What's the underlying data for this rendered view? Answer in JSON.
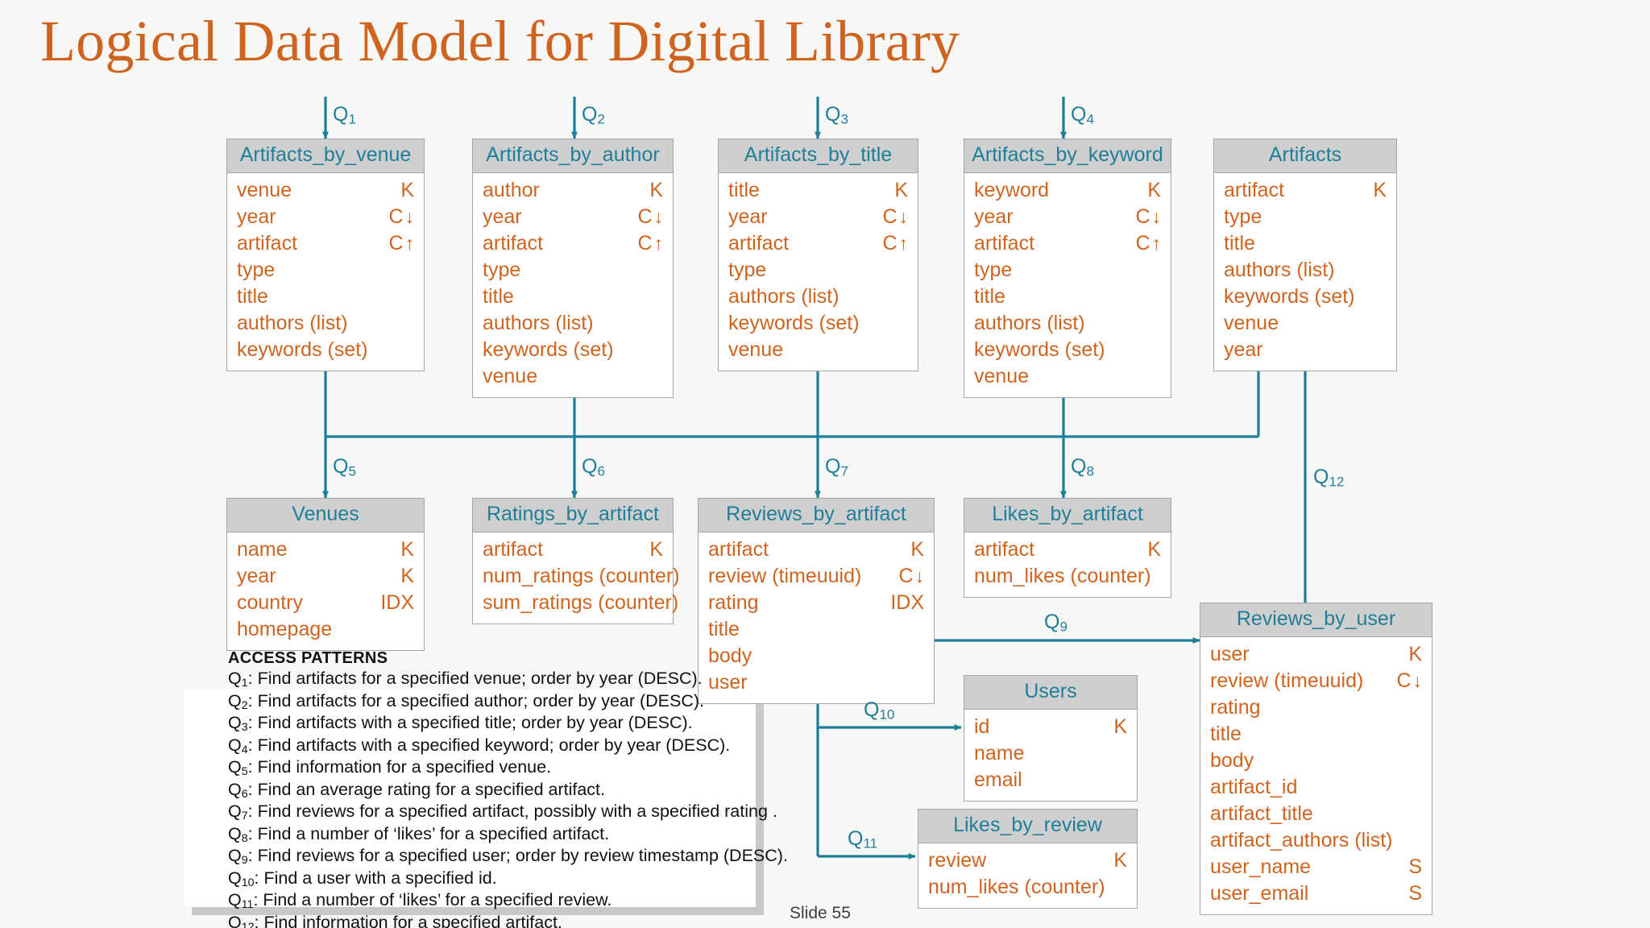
{
  "title": "Logical Data Model for Digital Library",
  "slide_label": "Slide 55",
  "colors": {
    "title": "#cf6420",
    "attribute": "#cf6420",
    "table_header_text": "#1f7f99",
    "table_header_bg": "#cfcfcf",
    "connector": "#1b7f99",
    "page_bg": "#f7f7f5"
  },
  "tables": [
    {
      "name": "Artifacts_by_venue",
      "attributes": [
        {
          "name": "venue",
          "marker": "K"
        },
        {
          "name": "year",
          "marker": "C",
          "order": "desc"
        },
        {
          "name": "artifact",
          "marker": "C",
          "order": "asc"
        },
        {
          "name": "type",
          "marker": ""
        },
        {
          "name": "title",
          "marker": ""
        },
        {
          "name": "authors (list)",
          "marker": ""
        },
        {
          "name": "keywords (set)",
          "marker": ""
        }
      ]
    },
    {
      "name": "Artifacts_by_author",
      "attributes": [
        {
          "name": "author",
          "marker": "K"
        },
        {
          "name": "year",
          "marker": "C",
          "order": "desc"
        },
        {
          "name": "artifact",
          "marker": "C",
          "order": "asc"
        },
        {
          "name": "type",
          "marker": ""
        },
        {
          "name": "title",
          "marker": ""
        },
        {
          "name": "authors (list)",
          "marker": ""
        },
        {
          "name": "keywords (set)",
          "marker": ""
        },
        {
          "name": "venue",
          "marker": ""
        }
      ]
    },
    {
      "name": "Artifacts_by_title",
      "attributes": [
        {
          "name": "title",
          "marker": "K"
        },
        {
          "name": "year",
          "marker": "C",
          "order": "desc"
        },
        {
          "name": "artifact",
          "marker": "C",
          "order": "asc"
        },
        {
          "name": "type",
          "marker": ""
        },
        {
          "name": "authors (list)",
          "marker": ""
        },
        {
          "name": "keywords (set)",
          "marker": ""
        },
        {
          "name": "venue",
          "marker": ""
        }
      ]
    },
    {
      "name": "Artifacts_by_keyword",
      "attributes": [
        {
          "name": "keyword",
          "marker": "K"
        },
        {
          "name": "year",
          "marker": "C",
          "order": "desc"
        },
        {
          "name": "artifact",
          "marker": "C",
          "order": "asc"
        },
        {
          "name": "type",
          "marker": ""
        },
        {
          "name": "title",
          "marker": ""
        },
        {
          "name": "authors (list)",
          "marker": ""
        },
        {
          "name": "keywords (set)",
          "marker": ""
        },
        {
          "name": "venue",
          "marker": ""
        }
      ]
    },
    {
      "name": "Artifacts",
      "attributes": [
        {
          "name": "artifact",
          "marker": "K"
        },
        {
          "name": "type",
          "marker": ""
        },
        {
          "name": "title",
          "marker": ""
        },
        {
          "name": "authors (list)",
          "marker": ""
        },
        {
          "name": "keywords (set)",
          "marker": ""
        },
        {
          "name": "venue",
          "marker": ""
        },
        {
          "name": "year",
          "marker": ""
        }
      ]
    },
    {
      "name": "Venues",
      "attributes": [
        {
          "name": "name",
          "marker": "K"
        },
        {
          "name": "year",
          "marker": "K"
        },
        {
          "name": "country",
          "marker": "IDX"
        },
        {
          "name": "homepage",
          "marker": ""
        }
      ]
    },
    {
      "name": "Ratings_by_artifact",
      "attributes": [
        {
          "name": "artifact",
          "marker": "K"
        },
        {
          "name": "num_ratings (counter)",
          "marker": ""
        },
        {
          "name": "sum_ratings (counter)",
          "marker": ""
        }
      ]
    },
    {
      "name": "Reviews_by_artifact",
      "attributes": [
        {
          "name": "artifact",
          "marker": "K"
        },
        {
          "name": "review (timeuuid)",
          "marker": "C",
          "order": "desc"
        },
        {
          "name": "rating",
          "marker": "IDX"
        },
        {
          "name": "title",
          "marker": ""
        },
        {
          "name": "body",
          "marker": ""
        },
        {
          "name": "user",
          "marker": ""
        }
      ]
    },
    {
      "name": "Likes_by_artifact",
      "attributes": [
        {
          "name": "artifact",
          "marker": "K"
        },
        {
          "name": "num_likes (counter)",
          "marker": ""
        }
      ]
    },
    {
      "name": "Users",
      "attributes": [
        {
          "name": "id",
          "marker": "K"
        },
        {
          "name": "name",
          "marker": ""
        },
        {
          "name": "email",
          "marker": ""
        }
      ]
    },
    {
      "name": "Likes_by_review",
      "attributes": [
        {
          "name": "review",
          "marker": "K"
        },
        {
          "name": "num_likes (counter)",
          "marker": ""
        }
      ]
    },
    {
      "name": "Reviews_by_user",
      "attributes": [
        {
          "name": "user",
          "marker": "K"
        },
        {
          "name": "review (timeuuid)",
          "marker": "C",
          "order": "desc"
        },
        {
          "name": "rating",
          "marker": ""
        },
        {
          "name": "title",
          "marker": ""
        },
        {
          "name": "body",
          "marker": ""
        },
        {
          "name": "artifact_id",
          "marker": ""
        },
        {
          "name": "artifact_title",
          "marker": ""
        },
        {
          "name": "artifact_authors (list)",
          "marker": ""
        },
        {
          "name": "user_name",
          "marker": "S"
        },
        {
          "name": "user_email",
          "marker": "S"
        }
      ]
    }
  ],
  "query_labels": [
    {
      "id": "Q1",
      "base": "Q",
      "sub": "1"
    },
    {
      "id": "Q2",
      "base": "Q",
      "sub": "2"
    },
    {
      "id": "Q3",
      "base": "Q",
      "sub": "3"
    },
    {
      "id": "Q4",
      "base": "Q",
      "sub": "4"
    },
    {
      "id": "Q5",
      "base": "Q",
      "sub": "5"
    },
    {
      "id": "Q6",
      "base": "Q",
      "sub": "6"
    },
    {
      "id": "Q7",
      "base": "Q",
      "sub": "7"
    },
    {
      "id": "Q8",
      "base": "Q",
      "sub": "8"
    },
    {
      "id": "Q9",
      "base": "Q",
      "sub": "9"
    },
    {
      "id": "Q10",
      "base": "Q",
      "sub": "10"
    },
    {
      "id": "Q11",
      "base": "Q",
      "sub": "11"
    },
    {
      "id": "Q12",
      "base": "Q",
      "sub": "12"
    }
  ],
  "access_patterns": {
    "heading": "ACCESS PATTERNS",
    "items": [
      {
        "q": "Q",
        "sub": "1",
        "text": ": Find artifacts for a specified venue; order by year (DESC)."
      },
      {
        "q": "Q",
        "sub": "2",
        "text": ": Find artifacts for a specified author; order by year (DESC)."
      },
      {
        "q": "Q",
        "sub": "3",
        "text": ": Find artifacts with a specified title; order by year (DESC)."
      },
      {
        "q": "Q",
        "sub": "4",
        "text": ": Find artifacts with a specified keyword; order by year (DESC)."
      },
      {
        "q": "Q",
        "sub": "5",
        "text": ": Find information for a specified venue."
      },
      {
        "q": "Q",
        "sub": "6",
        "text": ": Find an average rating for a specified artifact."
      },
      {
        "q": "Q",
        "sub": "7",
        "text": ": Find reviews for a specified artifact, possibly with a specified rating ."
      },
      {
        "q": "Q",
        "sub": "8",
        "text": ": Find a number of ‘likes’ for a specified artifact."
      },
      {
        "q": "Q",
        "sub": "9",
        "text": ": Find reviews for a specified user; order by review timestamp (DESC)."
      },
      {
        "q": "Q",
        "sub": "10",
        "text": ": Find a user with a specified id."
      },
      {
        "q": "Q",
        "sub": "11",
        "text": ": Find a number of ‘likes’ for a specified review."
      },
      {
        "q": "Q",
        "sub": "12",
        "text": ": Find information for a specified artifact."
      }
    ],
    "ellipsis": "..."
  }
}
